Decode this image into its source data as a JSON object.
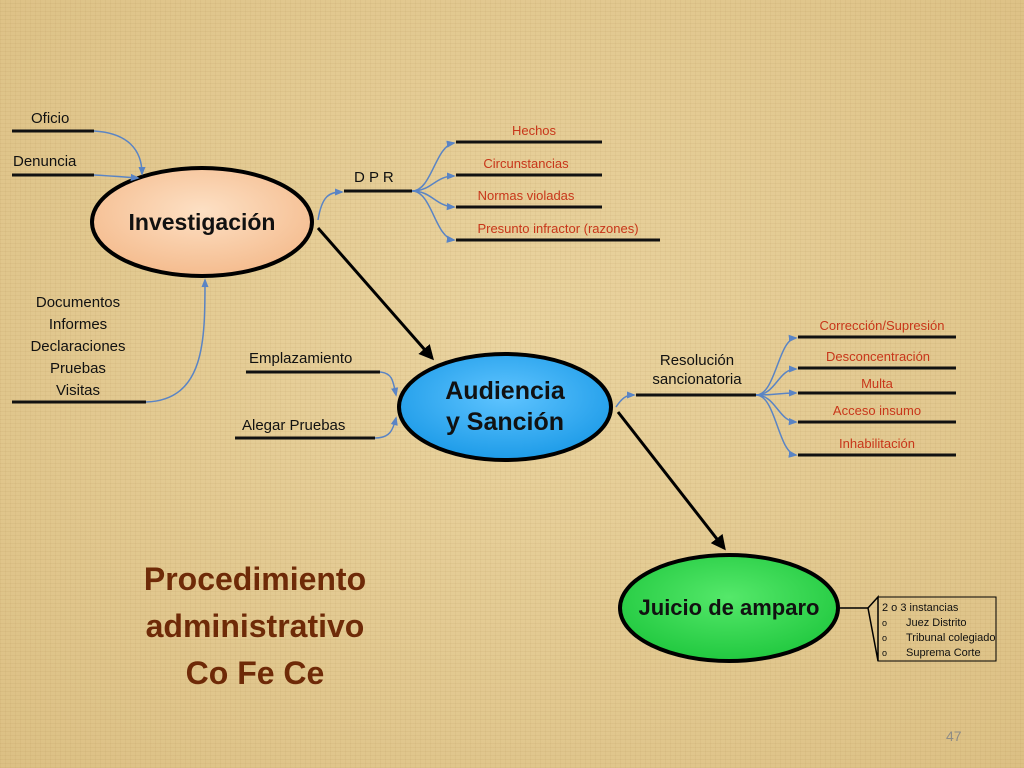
{
  "nodes": {
    "investigacion": "Investigación",
    "audiencia_line1": "Audiencia",
    "audiencia_line2": "y Sanción",
    "juicio": "Juicio de amparo"
  },
  "inputs_investigacion": {
    "oficio": "Oficio",
    "denuncia": "Denuncia",
    "documents": [
      "Documentos",
      "Informes",
      "Declaraciones",
      "Pruebas",
      "Visitas"
    ]
  },
  "dpr": {
    "label": "D P R",
    "items": [
      "Hechos",
      "Circunstancias",
      "Normas violadas",
      "Presunto infractor (razones)"
    ]
  },
  "inputs_audiencia": {
    "emplazamiento": "Emplazamiento",
    "alegar": "Alegar Pruebas"
  },
  "resolucion": {
    "line1": "Resolución",
    "line2": "sancionatoria",
    "items": [
      "Corrección/Supresión",
      "Desconcentración",
      "Multa",
      "Acceso insumo",
      "Inhabilitación"
    ]
  },
  "amparo": {
    "heading": "2 o 3 instancias",
    "bullet": "o",
    "items": [
      "Juez Distrito",
      "Tribunal colegiado",
      "Suprema Corte"
    ]
  },
  "title": {
    "line1": "Procedimiento",
    "line2": "administrativo",
    "line3": "Co Fe Ce"
  },
  "page_number": "47",
  "colors": {
    "investigacion_fill": "#f8c9a0",
    "audiencia_fill": "#2ea7ef",
    "juicio_fill": "#2bd64a",
    "red_text": "#c8361a",
    "title_color": "#6e2a08",
    "connector_blue": "#5a84c4"
  }
}
